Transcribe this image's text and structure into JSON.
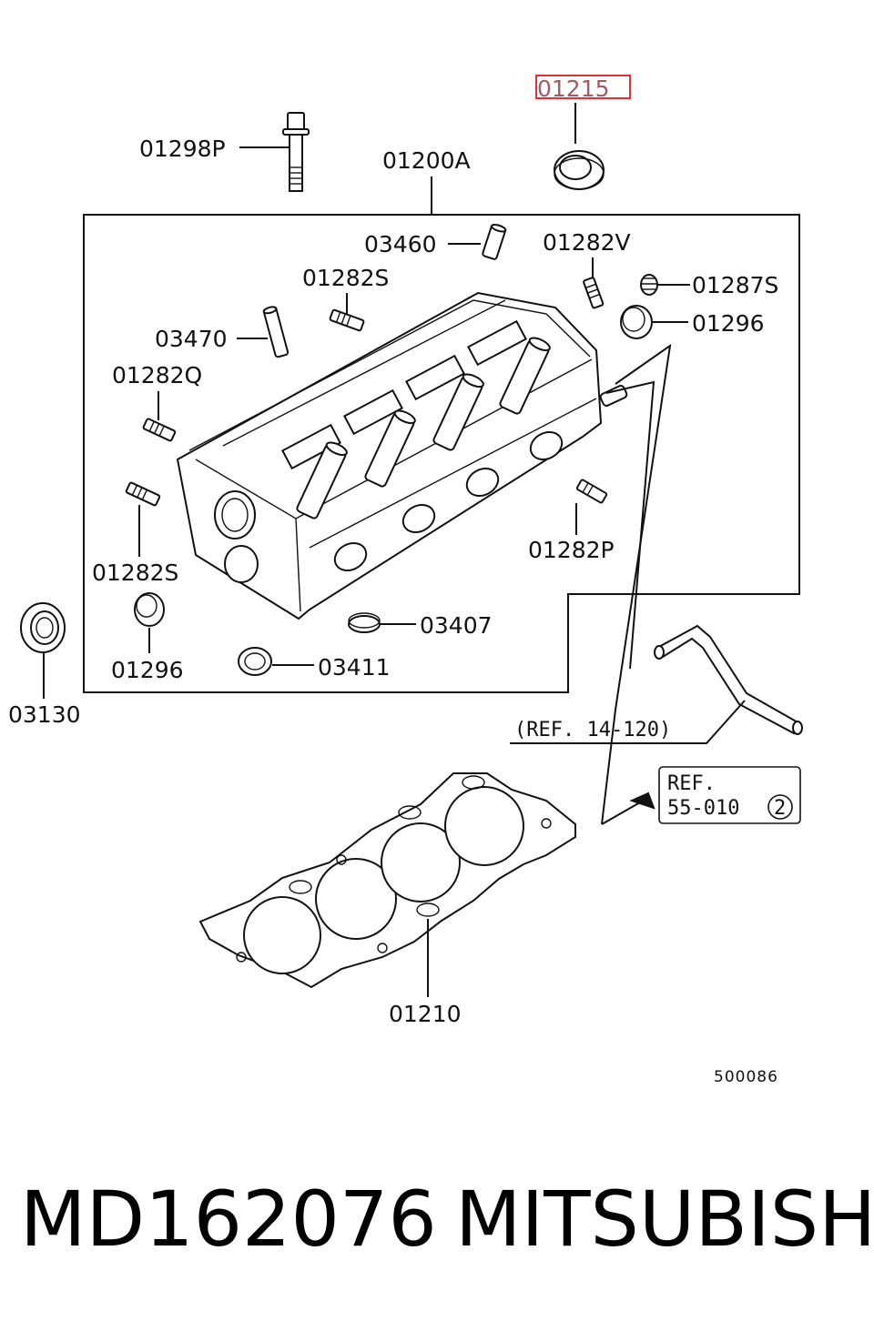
{
  "callouts": {
    "c01215": "01215",
    "c01298P": "01298P",
    "c01200A": "01200A",
    "c03460": "03460",
    "c01282V": "01282V",
    "c01282S_top": "01282S",
    "c01287S": "01287S",
    "c03470": "03470",
    "c01296_right": "01296",
    "c01282Q": "01282Q",
    "c01282P": "01282P",
    "c01282S_left": "01282S",
    "c03407": "03407",
    "c01296_left": "01296",
    "c03411": "03411",
    "c03130": "03130",
    "c01210": "01210"
  },
  "references": {
    "ref_hose": "(REF. 14-120)",
    "ref_box_line1": "REF.",
    "ref_box_line2": "55-010",
    "ref_box_circle": "2"
  },
  "diagram_code": "500086",
  "highlight_color": "#e0303a",
  "footer": {
    "part_number": "MD162076",
    "brand": "MITSUBISHI"
  }
}
